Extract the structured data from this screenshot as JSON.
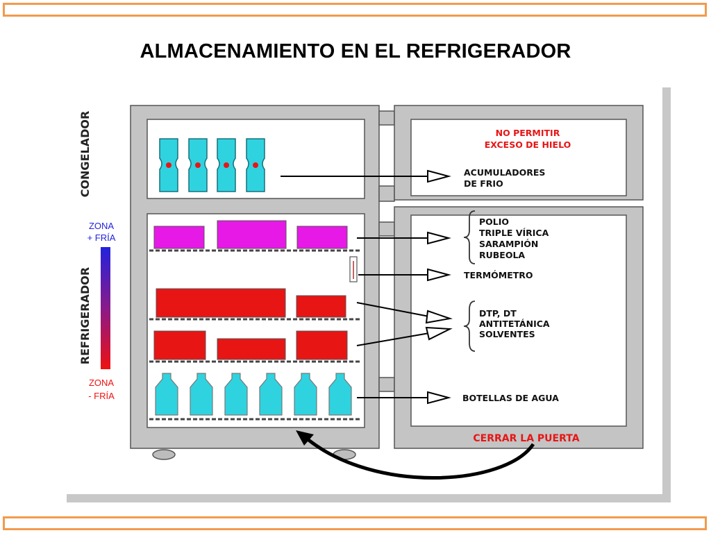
{
  "title": "ALMACENAMIENTO EN EL REFRIGERADOR",
  "sections": {
    "freezer_label": "CONGELADOR",
    "fridge_label": "REFRIGERADOR"
  },
  "zones": {
    "top_line1": "ZONA",
    "top_line2": "+ FRÍA",
    "bottom_line1": "ZONA",
    "bottom_line2": "- FRÍA"
  },
  "labels": {
    "warning_line1": "NO PERMITIR",
    "warning_line2": "EXCESO DE HIELO",
    "ice_packs_line1": "ACUMULADORES",
    "ice_packs_line2": "DE FRIO",
    "group1": [
      "POLIO",
      "TRIPLE VÍRICA",
      "SARAMPIÓN",
      "RUBEOLA"
    ],
    "thermometer": "TERMÓMETRO",
    "group2": [
      "DTP,  DT",
      "ANTITETÁNICA",
      "SOLVENTES"
    ],
    "water": "BOTELLAS DE AGUA",
    "close_door": "CERRAR LA PUERTA"
  },
  "colors": {
    "frame": "#f29b4c",
    "fridge_body": "#c4c4c4",
    "ice_pack": "#2fd3e0",
    "top_shelf_box": "#e619e6",
    "vaccine_box": "#e81515",
    "water_bottle": "#2fd3e0",
    "warning_text": "#e81515",
    "zone_cold": "#2222dd",
    "zone_warm": "#ee1111"
  }
}
